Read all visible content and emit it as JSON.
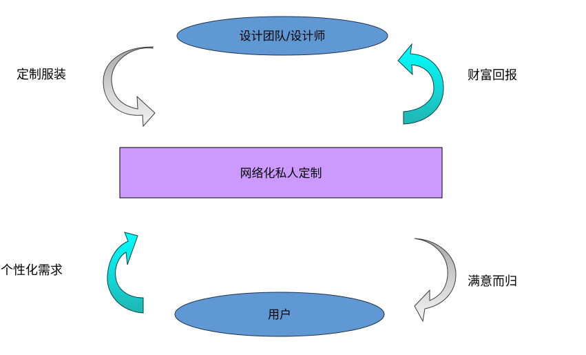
{
  "diagram": {
    "top_node": {
      "label": "设计团队/设计师",
      "fill": "#5f98d3",
      "stroke": "#1f2f4a"
    },
    "center_node": {
      "label": "网络化私人定制",
      "fill": "#cc99ff",
      "stroke": "#000000"
    },
    "bottom_node": {
      "label": "用户",
      "fill": "#5f98d3",
      "stroke": "#1f2f4a"
    },
    "labels": {
      "top_left": "定制服装",
      "top_right": "财富回报",
      "bottom_left": "个性化需求",
      "bottom_right": "满意而归"
    },
    "arrows": {
      "gray": {
        "light": "#f3f3f3",
        "dark": "#a6a6a6",
        "stroke": "#3a3a3a"
      },
      "cyan": {
        "light": "#00ffff",
        "dark": "#1fb5b2",
        "stroke": "#0a3e3e"
      }
    }
  }
}
